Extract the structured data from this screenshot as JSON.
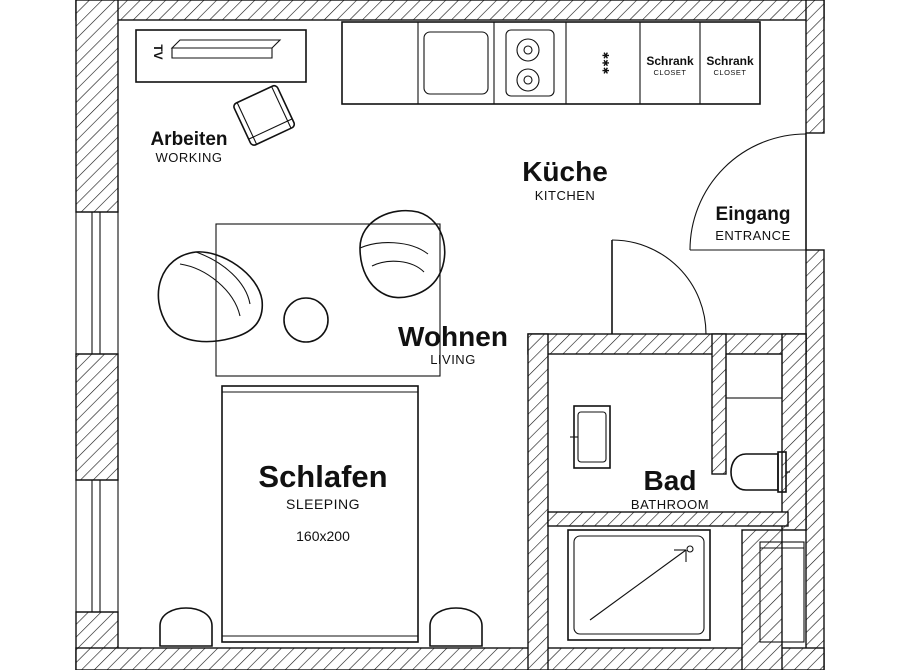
{
  "rooms": {
    "working": {
      "de": "Arbeiten",
      "en": "WORKING"
    },
    "kitchen": {
      "de": "Küche",
      "en": "KITCHEN"
    },
    "entrance": {
      "de": "Eingang",
      "en": "ENTRANCE"
    },
    "living": {
      "de": "Wohnen",
      "en": "LIVING"
    },
    "sleeping": {
      "de": "Schlafen",
      "en": "SLEEPING",
      "bed_size": "160x200"
    },
    "bathroom": {
      "de": "Bad",
      "en": "BATHROOM"
    }
  },
  "furniture": {
    "tv_label": "TV",
    "closets": [
      {
        "de": "Schrank",
        "en": "CLOSET"
      },
      {
        "de": "Schrank",
        "en": "CLOSET"
      }
    ],
    "appliance_marks": "✱✱✱"
  },
  "colors": {
    "line": "#111111",
    "background": "#ffffff"
  }
}
